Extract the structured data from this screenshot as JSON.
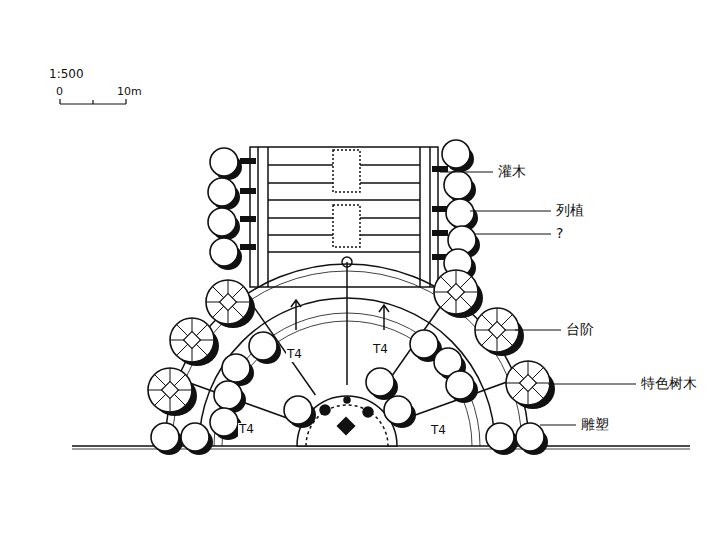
{
  "diagram": {
    "labels": [
      "1:500",
      "0",
      "10m",
      "灌木",
      "列植",
      "?",
      "台阶",
      "特色树木",
      "雕塑",
      "T4",
      "T4",
      "T4",
      "T4"
    ]
  }
}
